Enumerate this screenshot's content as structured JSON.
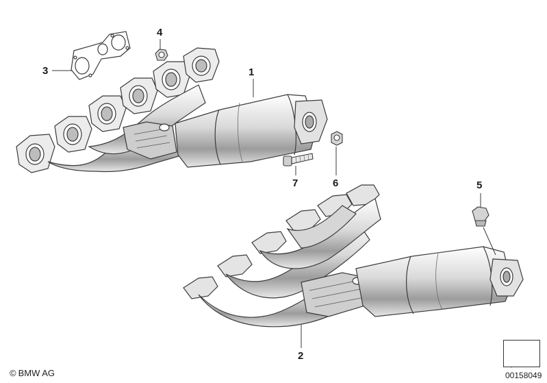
{
  "callouts": {
    "c1": "1",
    "c2": "2",
    "c3": "3",
    "c4": "4",
    "c5": "5",
    "c6": "6",
    "c7": "7"
  },
  "footer": {
    "copyright_symbol": "©",
    "copyright_text": "BMW AG",
    "document_number": "00158049"
  },
  "colors": {
    "line": "#3a3a3a",
    "shade": "#bcbcbc",
    "light": "#e6e6e6"
  }
}
